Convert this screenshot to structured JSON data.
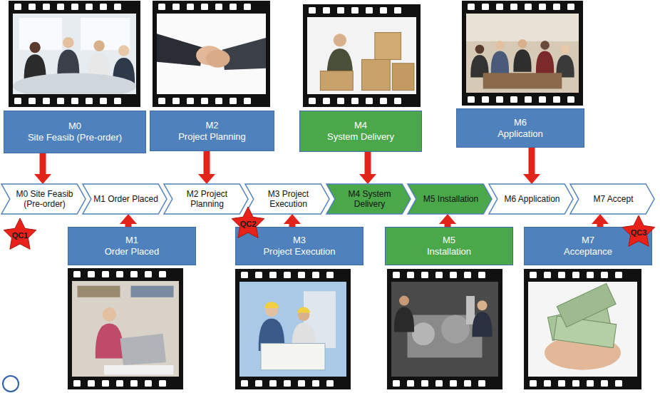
{
  "diagram": {
    "nodes": [
      {
        "text": [
          "M0",
          "Site Feasib (Pre-order)"
        ]
      },
      {
        "text": [
          "M2",
          "Project Planning"
        ]
      },
      {
        "text": [
          "M4",
          "System Delivery"
        ]
      },
      {
        "text": [
          "M6",
          "Application"
        ]
      },
      {
        "text": [
          "M0 Site Feasib (Pre-order)"
        ]
      },
      {
        "text": [
          "M1 Order Placed"
        ]
      },
      {
        "text": [
          "M2 Project Planning"
        ]
      },
      {
        "text": [
          "M3 Project Execution"
        ]
      },
      {
        "text": [
          "M4 System Delivery"
        ]
      },
      {
        "text": [
          "M5 Installation"
        ]
      },
      {
        "text": [
          "M6 Application"
        ]
      },
      {
        "text": [
          "M7 Accept"
        ]
      },
      {
        "text": [
          "M1",
          "Order Placed"
        ]
      },
      {
        "text": [
          "M3",
          "Project Execution"
        ]
      },
      {
        "text": [
          "M5",
          "Installation"
        ]
      },
      {
        "text": [
          "M7",
          "Acceptance"
        ]
      },
      {
        "text": [
          "QC1"
        ]
      },
      {
        "text": [
          "QC2"
        ]
      },
      {
        "text": [
          "QC3"
        ]
      }
    ],
    "edges": [
      {
        "from": 0,
        "to": 4,
        "arrow": "to"
      },
      {
        "from": 1,
        "to": 6,
        "arrow": "to"
      },
      {
        "from": 2,
        "to": 8,
        "arrow": "to"
      },
      {
        "from": 3,
        "to": 10,
        "arrow": "to"
      },
      {
        "from": 12,
        "to": 5,
        "arrow": "to"
      },
      {
        "from": 13,
        "to": 7,
        "arrow": "to"
      },
      {
        "from": 14,
        "to": 9,
        "arrow": "to"
      },
      {
        "from": 15,
        "to": 11,
        "arrow": "to"
      }
    ]
  }
}
